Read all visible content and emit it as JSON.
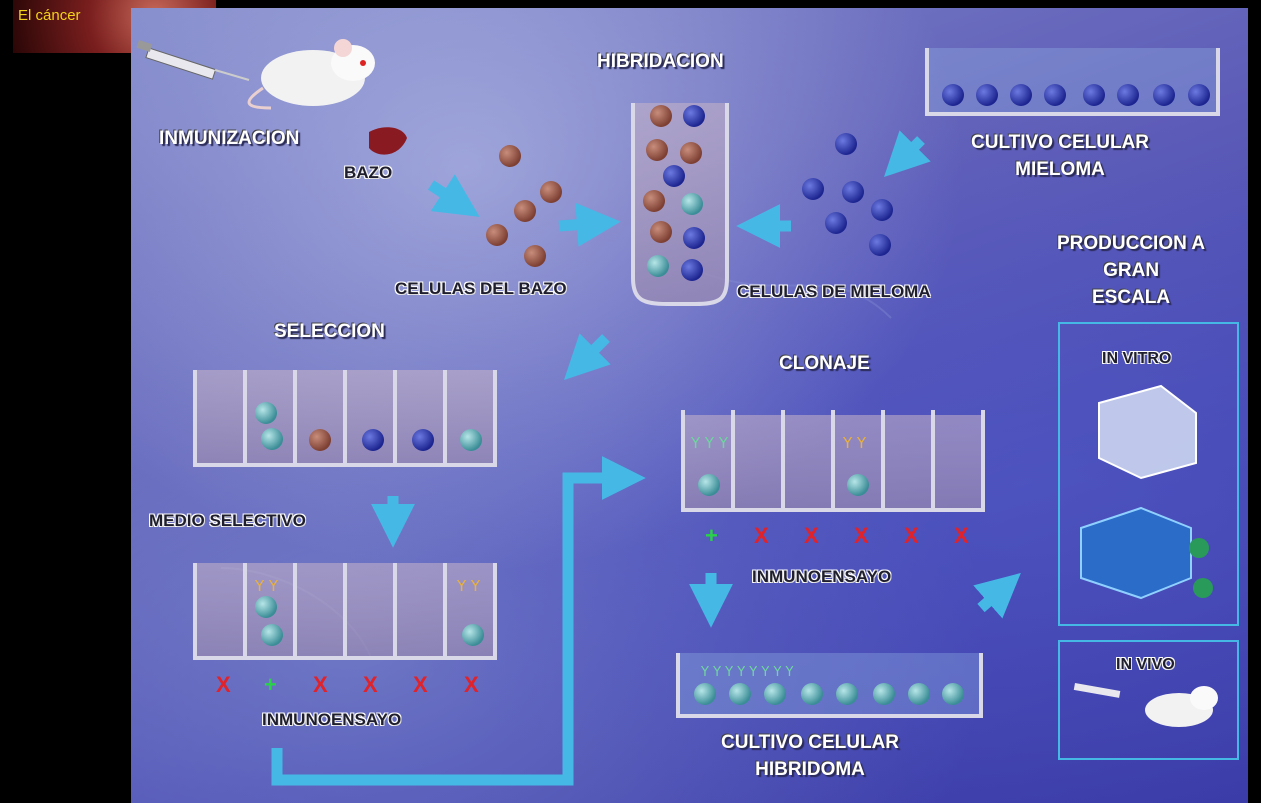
{
  "topbar": {
    "title": "El cáncer"
  },
  "labels": {
    "inmunizacion": "INMUNIZACION",
    "bazo": "BAZO",
    "hibridacion": "HIBRIDACION",
    "cultivo_mieloma_1": "CULTIVO CELULAR",
    "cultivo_mieloma_2": "MIELOMA",
    "celulas_bazo": "CELULAS DEL BAZO",
    "celulas_mieloma": "CELULAS DE MIELOMA",
    "produccion_1": "PRODUCCION A",
    "produccion_2": "GRAN",
    "produccion_3": "ESCALA",
    "seleccion": "SELECCION",
    "clonaje": "CLONAJE",
    "in_vitro": "IN VITRO",
    "medio_selectivo": "MEDIO SELECTIVO",
    "inmunoensayo_clonaje": "INMUNOENSAYO",
    "inmunoensayo_seleccion": "INMUNOENSAYO",
    "in_vivo": "IN VIVO",
    "cultivo_hibridoma_1": "CULTIVO CELULAR",
    "cultivo_hibridoma_2": "HIBRIDOMA"
  },
  "marks": {
    "clonaje": [
      "+",
      "X",
      "X",
      "X",
      "X",
      "X"
    ],
    "seleccion": [
      "X",
      "+",
      "X",
      "X",
      "X",
      "X"
    ]
  },
  "colors": {
    "spleen_cell": "#9a5a48",
    "myeloma_cell": "#2a34a8",
    "hybridoma_cell": "#5fb0b6",
    "arrow": "#45b8e6",
    "positive": "#2ad24a",
    "negative": "#e0222a",
    "title_yellow": "#f3d21a"
  }
}
